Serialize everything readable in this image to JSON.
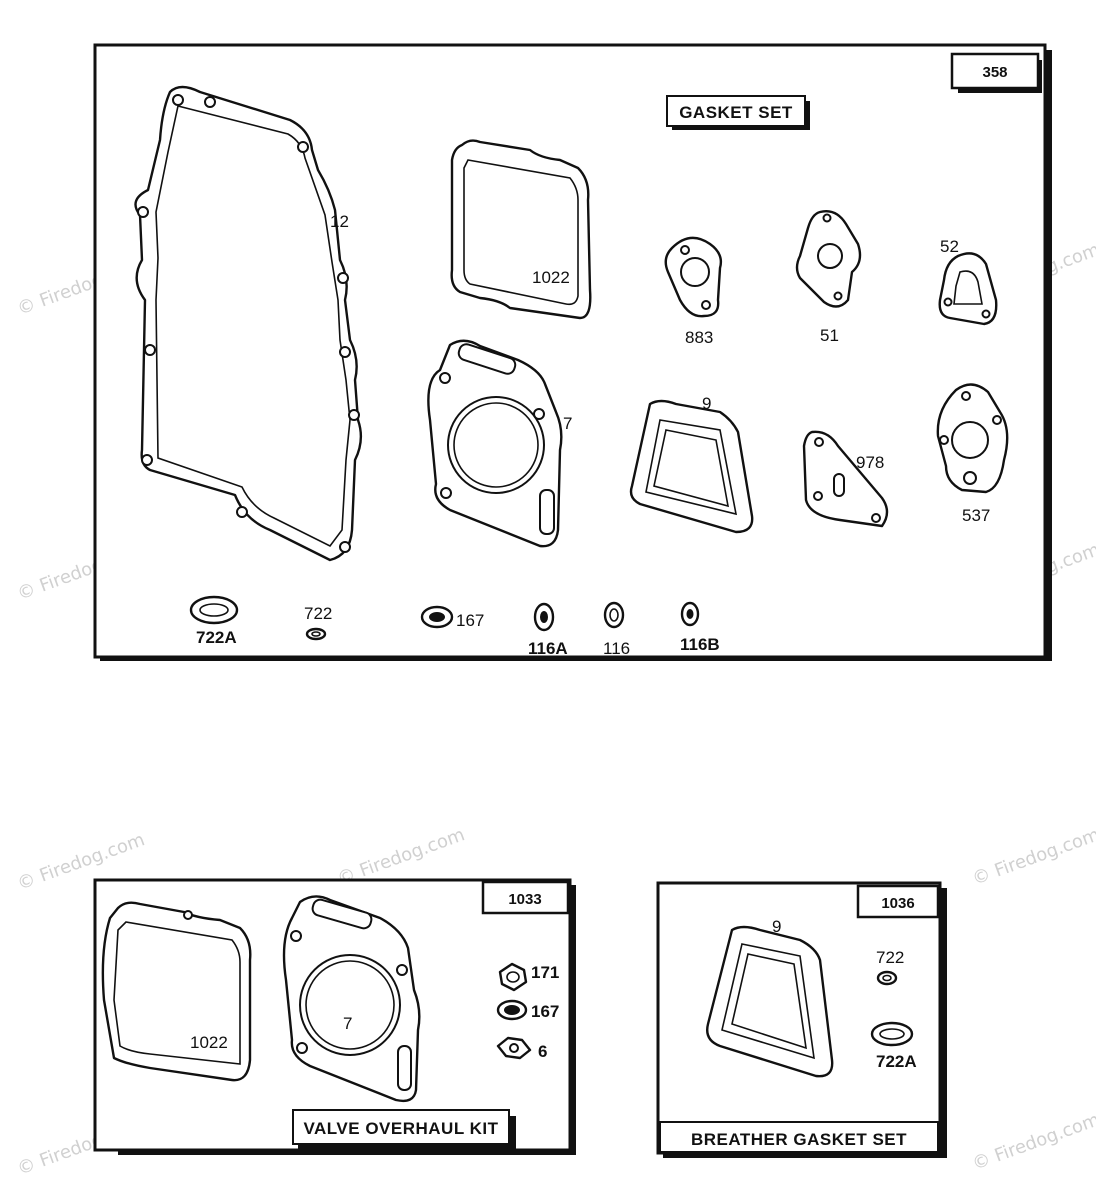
{
  "watermark": "© Firedog.com",
  "panels": {
    "gasket_set": {
      "number": "358",
      "title": "GASKET SET",
      "parts": [
        "12",
        "1022",
        "883",
        "51",
        "52",
        "7",
        "9",
        "978",
        "537",
        "722A",
        "722",
        "167",
        "116A",
        "116",
        "116B"
      ]
    },
    "valve_overhaul_kit": {
      "number": "1033",
      "title": "VALVE OVERHAUL KIT",
      "parts": [
        "1022",
        "7",
        "171",
        "167",
        "6"
      ]
    },
    "breather_gasket_set": {
      "number": "1036",
      "title": "BREATHER GASKET SET",
      "parts": [
        "9",
        "722",
        "722A"
      ]
    }
  }
}
